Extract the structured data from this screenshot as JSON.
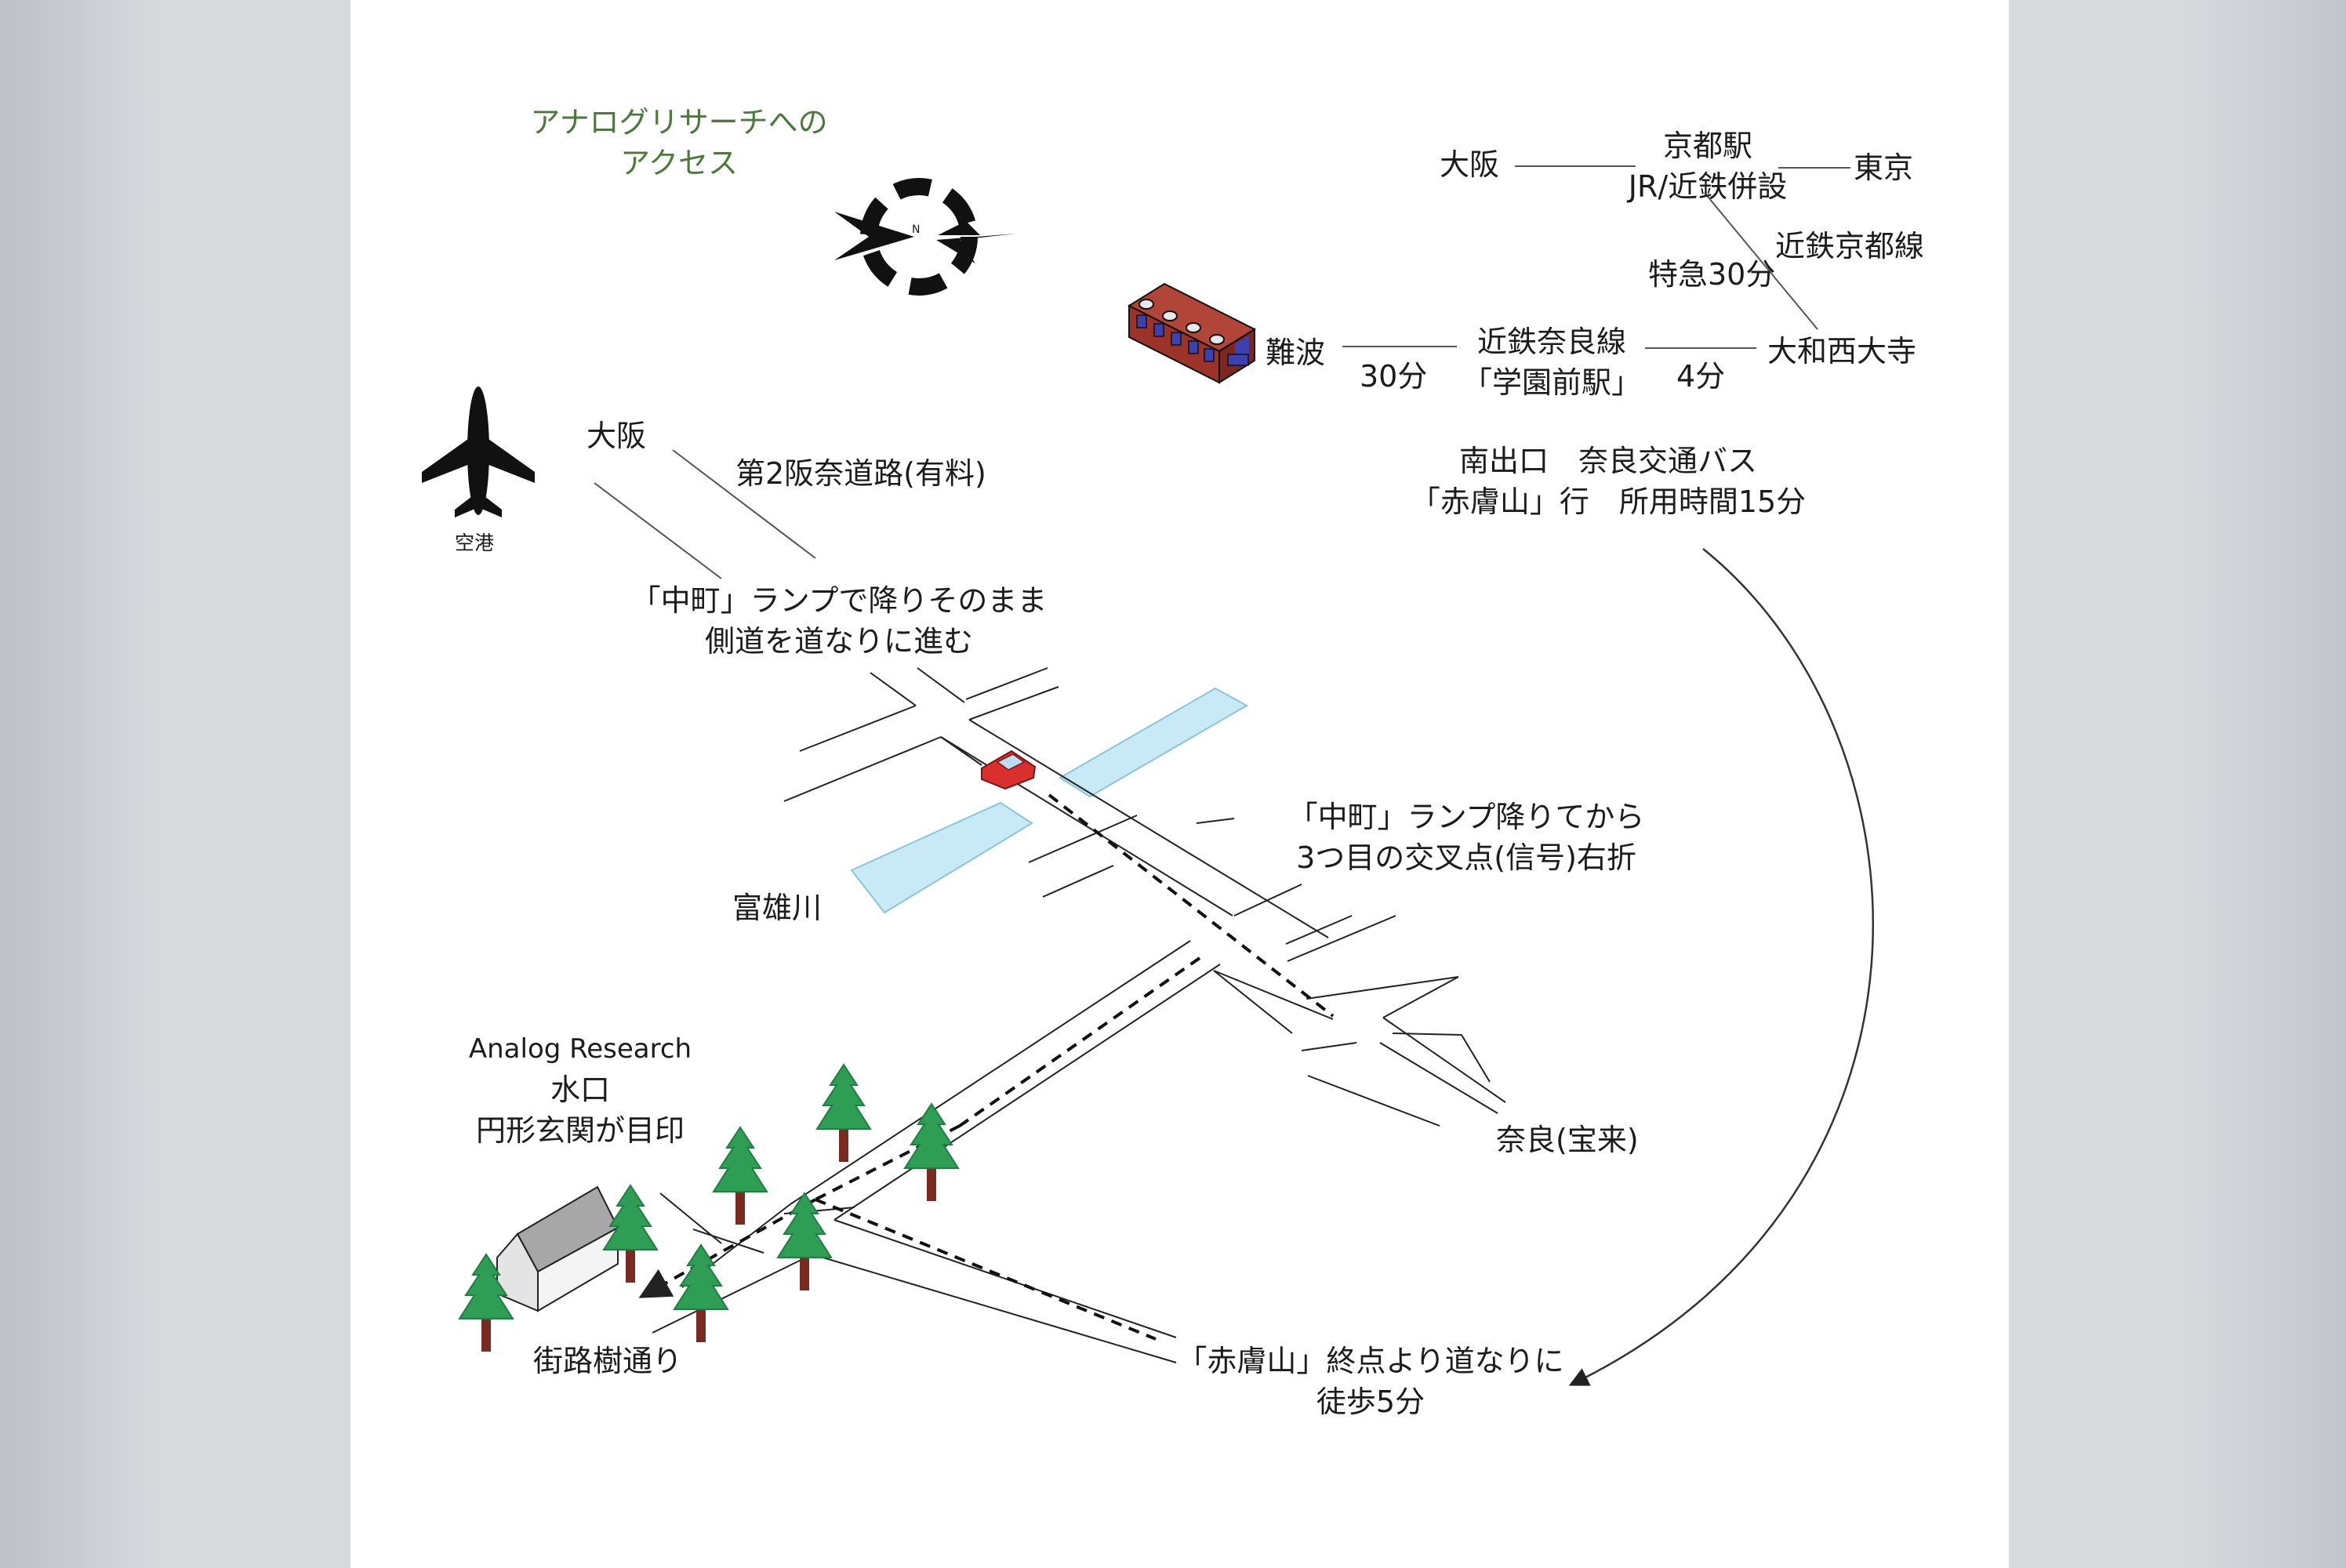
{
  "title": {
    "line1": "アナログリサーチへの",
    "line2": "アクセス"
  },
  "compass": {
    "letter": "N"
  },
  "airport": {
    "label": "空港"
  },
  "rail": {
    "osaka": "大阪",
    "kyoto_station": "京都駅",
    "jr_kintetsu": "JR/近鉄併設",
    "tokyo": "東京",
    "kintetsu_kyoto_line": "近鉄京都線",
    "express": "特急30分",
    "namba": "難波",
    "nara_line": "近鉄奈良線",
    "gakuenmae": "「学園前駅」",
    "thirty_min": "30分",
    "four_min": "4分",
    "yamato_saidaiji": "大和西大寺"
  },
  "bus": {
    "line1": "南出口　奈良交通バス",
    "line2": "「赤膚山」行　所用時間15分"
  },
  "road": {
    "osaka": "大阪",
    "hanna_road": "第2阪奈道路(有料)"
  },
  "ramp_exit": {
    "line1": "「中町」ランプで降りそのまま",
    "line2": "側道を道なりに進む"
  },
  "right_turn": {
    "line1": "「中町」ランプ降りてから",
    "line2": "3つ目の交叉点(信号)右折"
  },
  "river": "富雄川",
  "destination": {
    "name": "Analog Research",
    "line2": "水口",
    "line3": "円形玄関が目印"
  },
  "nara_horai": "奈良(宝来)",
  "tree_street": "街路樹通り",
  "walk": {
    "line1": "「赤膚山」終点より道なりに",
    "line2": "徒歩5分"
  },
  "colors": {
    "title_green": "#4a7a3c",
    "river": "#c8eaf7",
    "tree": "#2e9e55",
    "trunk": "#7a2a20",
    "car": "#d9302e",
    "train": "#9c3328",
    "train_window": "#3b41b0"
  }
}
